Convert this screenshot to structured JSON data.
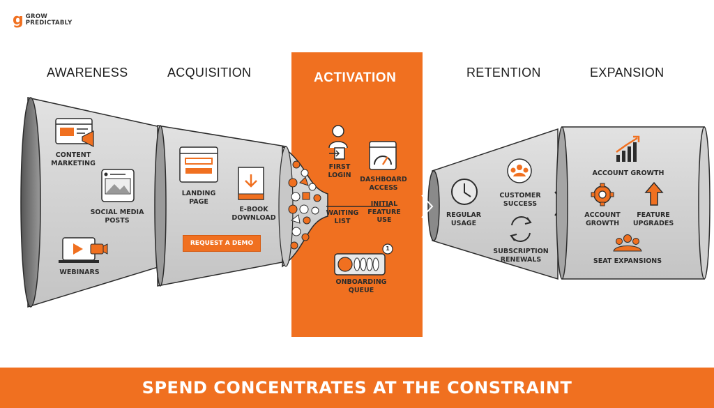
{
  "brand": {
    "logo_letter": "g",
    "line1": "GROW",
    "line2": "PREDICTABLY",
    "accent": "#f07020"
  },
  "stages": {
    "awareness": "AWARENESS",
    "acquisition": "ACQUISITION",
    "activation": "ACTIVATION",
    "retention": "RETENTION",
    "expansion": "EXPANSION"
  },
  "awareness_items": {
    "content_marketing": [
      "CONTENT",
      "MARKETING"
    ],
    "social_media_posts": [
      "SOCIAL MEDIA",
      "POSTS"
    ],
    "webinars": "WEBINARS"
  },
  "acquisition_items": {
    "landing_page": [
      "LANDING",
      "PAGE"
    ],
    "ebook_download": [
      "E-BOOK",
      "DOWNLOAD"
    ],
    "request_demo": "REQUEST A DEMO"
  },
  "activation_items": {
    "first_login": [
      "FIRST",
      "LOGIN"
    ],
    "dashboard_access": [
      "DASHBOARD",
      "ACCESS"
    ],
    "waiting_list": [
      "WAITING",
      "LIST"
    ],
    "initial_feature_use": [
      "INITIAL",
      "FEATURE",
      "USE"
    ],
    "onboarding_queue": [
      "ONBOARDING",
      "QUEUE"
    ],
    "queue_badge": "1"
  },
  "retention_items": {
    "regular_usage": [
      "REGULAR",
      "USAGE"
    ],
    "customer_success": [
      "CUSTOMER",
      "SUCCESS"
    ],
    "subscription_renewals": [
      "SUBSCRIPTION",
      "RENEWALS"
    ]
  },
  "expansion_items": {
    "account_growth_top": "ACCOUNT GROWTH",
    "account_growth": [
      "ACCOUNT",
      "GROWTH"
    ],
    "feature_upgrades": [
      "FEATURE",
      "UPGRADES"
    ],
    "seat_expansions": "SEAT EXPANSIONS"
  },
  "banner": {
    "text": "SPEND CONCENTRATES AT THE CONSTRAINT"
  },
  "colors": {
    "orange": "#f07020",
    "gray": "#d4d4d4",
    "dark": "#2b2b2b"
  }
}
